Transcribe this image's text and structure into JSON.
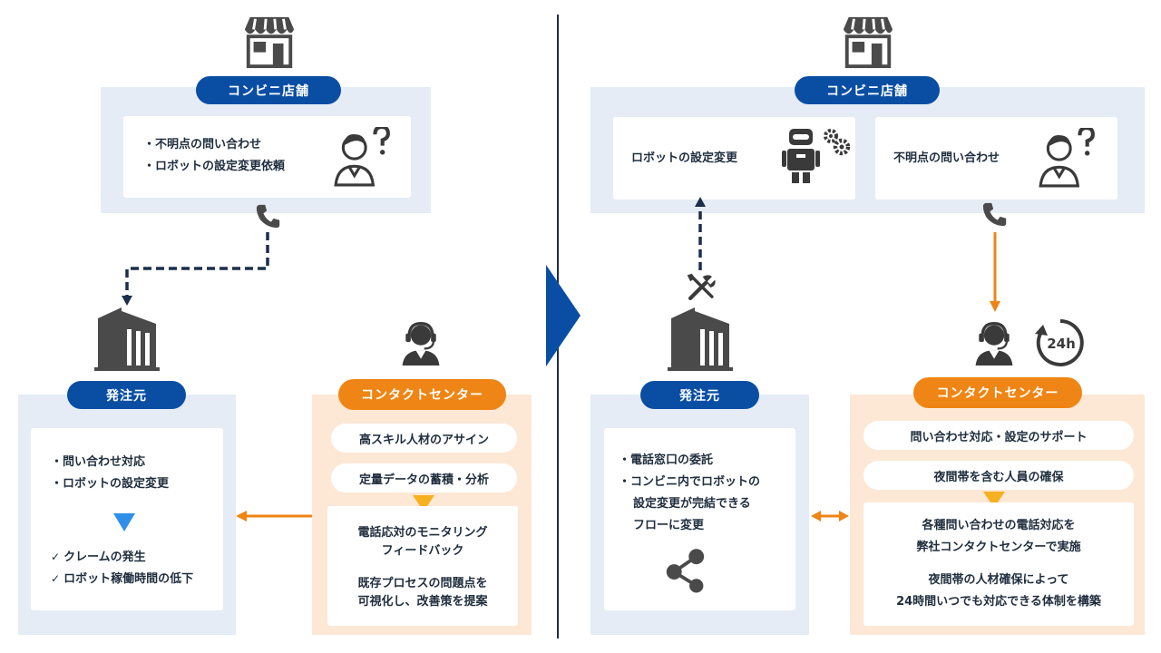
{
  "colors": {
    "navy": "#0a4ea3",
    "orange": "#ef8514",
    "panel_blue": "#e5ecf5",
    "panel_orange": "#fde8d6",
    "dark_line": "#1c2e4a",
    "icon_gray": "#4a4a4a"
  },
  "left": {
    "store": {
      "label": "コンビニ店舗",
      "items": [
        "・不明点の問い合わせ",
        "・ロボットの設定変更依頼"
      ],
      "icons": [
        "store-icon",
        "person-question-icon",
        "phone-icon"
      ]
    },
    "hq": {
      "label": "発注元",
      "items": [
        "・問い合わせ対応",
        "・ロボットの設定変更"
      ],
      "results": [
        "クレームの発生",
        "ロボット稼働時間の低下"
      ],
      "check_mark": "✓",
      "icons": [
        "building-icon",
        "triangle-down-icon"
      ]
    },
    "center": {
      "label": "コンタクトセンター",
      "sub_items": [
        "高スキル人材のアサイン",
        "定量データの蓄積・分析"
      ],
      "box_lines_1": [
        "電話応対のモニタリング",
        "フィードバック"
      ],
      "box_lines_2": [
        "既存プロセスの問題点を",
        "可視化し、改善策を提案"
      ],
      "icons": [
        "operator-icon"
      ]
    }
  },
  "right": {
    "store": {
      "label": "コンビニ店舗",
      "card_left": "ロボットの設定変更",
      "card_right": "不明点の問い合わせ",
      "icons": [
        "store-icon",
        "robot-gear-icon",
        "person-question-icon",
        "phone-icon"
      ]
    },
    "hq": {
      "label": "発注元",
      "items": [
        "・電話窓口の委託",
        "・コンビニ内でロボットの",
        "設定変更が完結できる",
        "フローに変更"
      ],
      "icons": [
        "tools-icon",
        "building-icon",
        "share-icon"
      ]
    },
    "center": {
      "label": "コンタクトセンター",
      "sub_items": [
        "問い合わせ対応・設定のサポート",
        "夜間帯を含む人員の確保"
      ],
      "box_lines_1": [
        "各種問い合わせの電話対応を",
        "弊社コンタクトセンターで実施"
      ],
      "box_lines_2": [
        "夜間帯の人材確保によって",
        "24時間いつでも対応できる体制を構築"
      ],
      "badge_24h": "24h",
      "icons": [
        "operator-icon",
        "clock-24h-icon"
      ]
    }
  }
}
